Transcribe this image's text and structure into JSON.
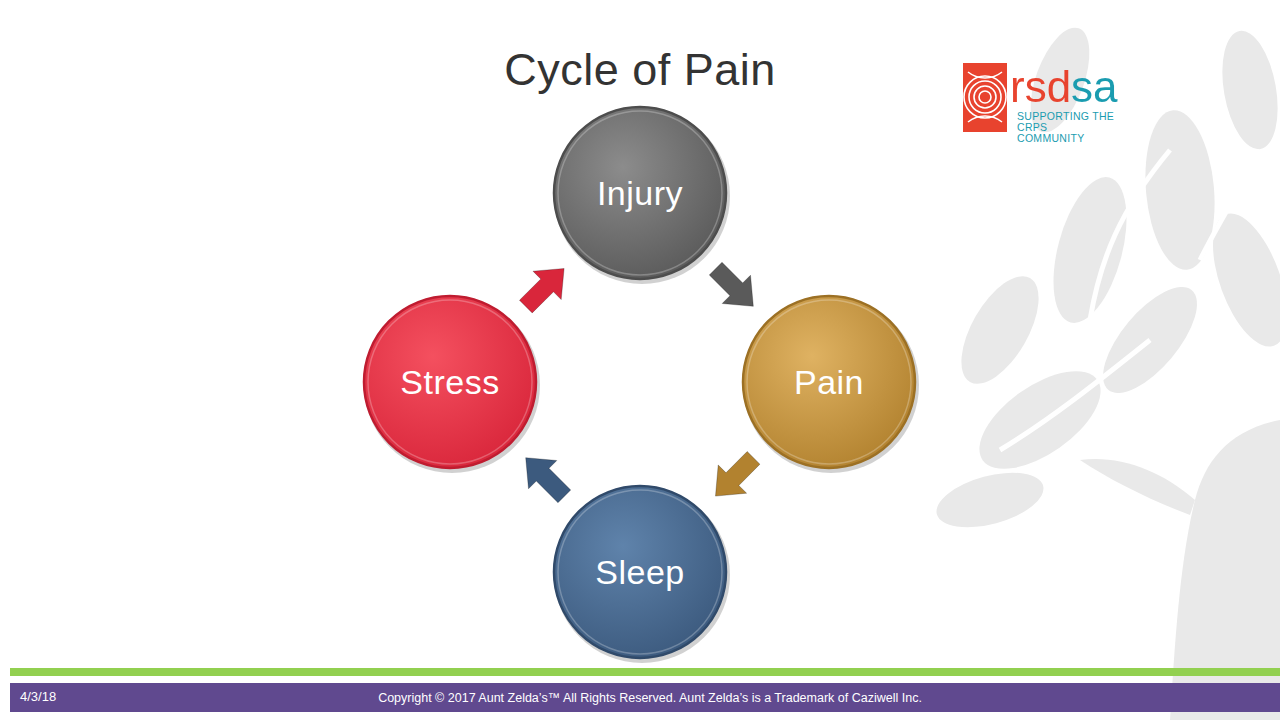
{
  "diagram": {
    "title": "Cycle of Pain",
    "nodes": [
      {
        "text": [
          "Injury"
        ]
      },
      {
        "text": [
          "Pain"
        ]
      },
      {
        "text": [
          "Sleep"
        ]
      },
      {
        "text": [
          "Stress"
        ]
      }
    ],
    "edges": [
      {
        "from": 0,
        "to": 1,
        "arrow": "to"
      },
      {
        "from": 1,
        "to": 2,
        "arrow": "to"
      },
      {
        "from": 2,
        "to": 3,
        "arrow": "to"
      },
      {
        "from": 3,
        "to": 0,
        "arrow": "to"
      }
    ],
    "labels": [
      "rsdsa",
      "SUPPORTING THE CRPS COMMUNITY",
      "4/3/18",
      "Copyright © 2017 Aunt Zelda’s™ All Rights Reserved. Aunt Zelda’s is a Trademark of Caziwell Inc."
    ]
  }
}
